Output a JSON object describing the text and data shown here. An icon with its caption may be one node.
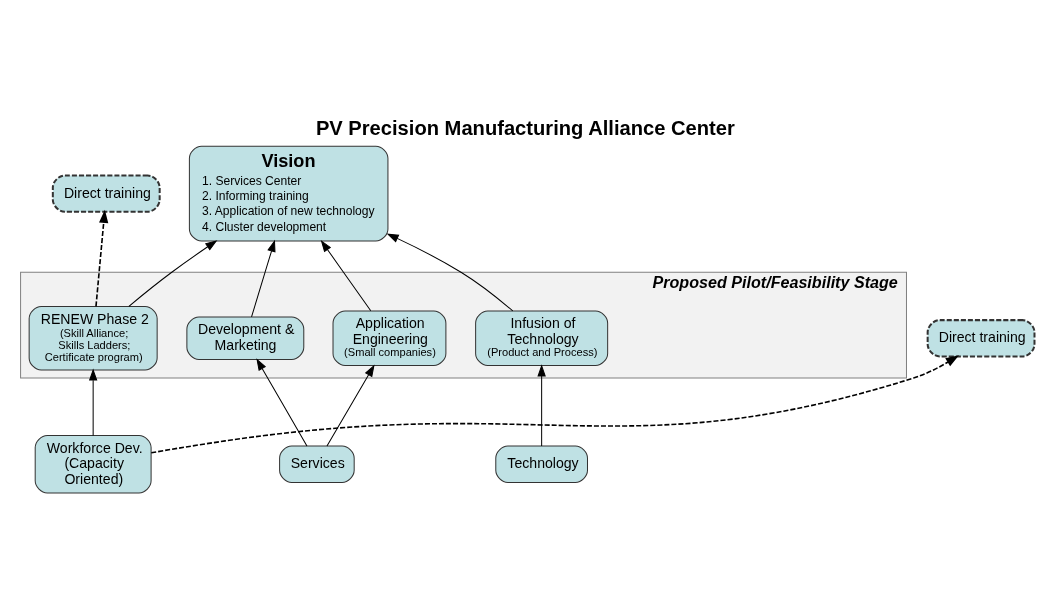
{
  "diagram": {
    "title": "PV Precision Manufacturing Alliance Center",
    "nodes": [
      {
        "text": [
          "Vision",
          "1. Services Center",
          "2. Informing training",
          "3. Application of new technology",
          "4. Cluster development"
        ]
      },
      {
        "text": [
          "Direct training"
        ]
      },
      {
        "text": [
          "Proposed Pilot/Feasibility Stage"
        ]
      },
      {
        "text": [
          "RENEW Phase 2",
          "(Skill Alliance; Skills Ladders; Certificate program)"
        ],
        "in": 2
      },
      {
        "text": [
          "Development & Marketing"
        ],
        "in": 2
      },
      {
        "text": [
          "Application Engineering",
          "(Small companies)"
        ],
        "in": 2
      },
      {
        "text": [
          "Infusion of Technology",
          "(Product and Process)"
        ],
        "in": 2
      },
      {
        "text": [
          "Direct training"
        ]
      },
      {
        "text": [
          "Workforce Dev. (Capacity Oriented)"
        ]
      },
      {
        "text": [
          "Services"
        ]
      },
      {
        "text": [
          "Technology"
        ]
      }
    ],
    "edges": [
      {
        "from": 3,
        "to": 0,
        "arrow": "to"
      },
      {
        "from": 4,
        "to": 0,
        "arrow": "to"
      },
      {
        "from": 5,
        "to": 0,
        "arrow": "to"
      },
      {
        "from": 6,
        "to": 0,
        "arrow": "to"
      },
      {
        "from": 3,
        "to": 1,
        "arrow": "to",
        "style": "dashed"
      },
      {
        "from": 8,
        "to": 7,
        "arrow": "to",
        "style": "dashed"
      },
      {
        "from": 8,
        "to": 3,
        "arrow": "to"
      },
      {
        "from": 9,
        "to": 4,
        "arrow": "to"
      },
      {
        "from": 9,
        "to": 5,
        "arrow": "to"
      },
      {
        "from": 10,
        "to": 6,
        "arrow": "to"
      }
    ]
  }
}
